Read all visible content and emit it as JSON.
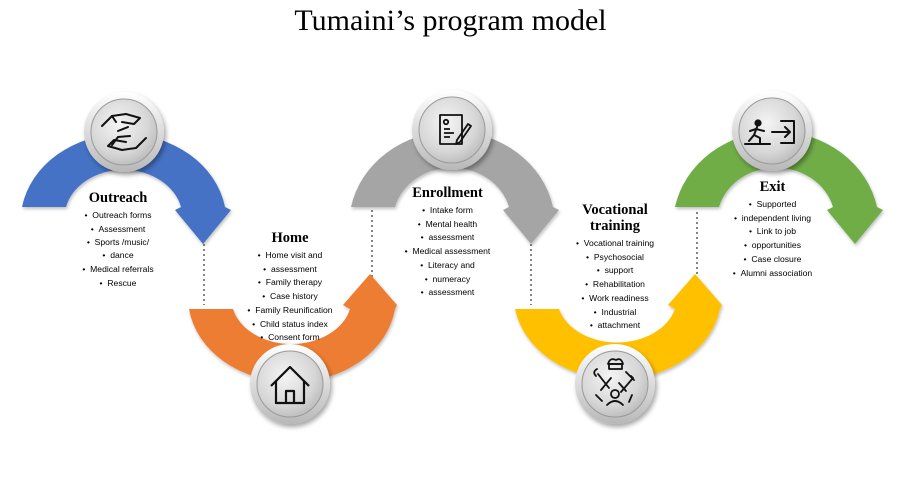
{
  "title": "Tumaini’s program model",
  "colors": {
    "outreach": "#4472C4",
    "home": "#ED7D31",
    "enrollment": "#A5A5A5",
    "vocational": "#FFC000",
    "exit": "#70AD47"
  },
  "stages": [
    {
      "name": "Outreach",
      "icon": "hands-icon",
      "items": [
        "Outreach forms",
        "Assessment",
        "Sports /music/",
        "dance",
        "Medical referrals",
        "Rescue"
      ]
    },
    {
      "name": "Home",
      "icon": "house-icon",
      "items": [
        "Home visit and",
        "assessment",
        "Family therapy",
        "Case history",
        "Family Reunification",
        "Child status index",
        "Consent form"
      ]
    },
    {
      "name": "Enrollment",
      "icon": "document-icon",
      "items": [
        "Intake form",
        "Mental health",
        "assessment",
        "Medical assessment",
        "Literacy and",
        "numeracy",
        "assessment"
      ]
    },
    {
      "name_line1": "Vocational",
      "name_line2": "training",
      "icon": "tools-icon",
      "items": [
        "Vocational training",
        "Psychosocial",
        "support",
        "Rehabilitation",
        "Work readiness",
        "Industrial",
        "attachment"
      ]
    },
    {
      "name": "Exit",
      "icon": "exit-icon",
      "items": [
        "Supported",
        "independent living",
        "Link to job",
        "opportunities",
        "Case closure",
        "Alumni association"
      ]
    }
  ]
}
